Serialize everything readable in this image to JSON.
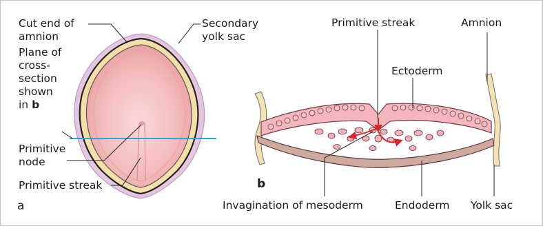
{
  "panel_a": {
    "letter": "a",
    "cut_end_line1": "Cut end of",
    "cut_end_line2": "amnion",
    "secondary_line1": "Secondary",
    "secondary_line2": "yolk sac",
    "plane_lines": [
      "Plane of",
      "cross-",
      "section",
      "shown"
    ],
    "plane_last_prefix": "in ",
    "plane_last_ref": "b",
    "node_line1": "Primitive",
    "node_line2": "node",
    "streak": "Primitive streak"
  },
  "panel_b": {
    "letter": "b",
    "streak": "Primitive streak",
    "amnion": "Amnion",
    "ectoderm": "Ectoderm",
    "invagination": "Invagination of mesoderm",
    "endoderm": "Endoderm",
    "yolk_sac": "Yolk sac"
  },
  "colors": {
    "plane_line": "#27a6e0",
    "arrow": "#d9262a",
    "disc": "#f2b7b7",
    "yolk_sac": "#c89bc8",
    "cells": "#f3b3b8"
  }
}
